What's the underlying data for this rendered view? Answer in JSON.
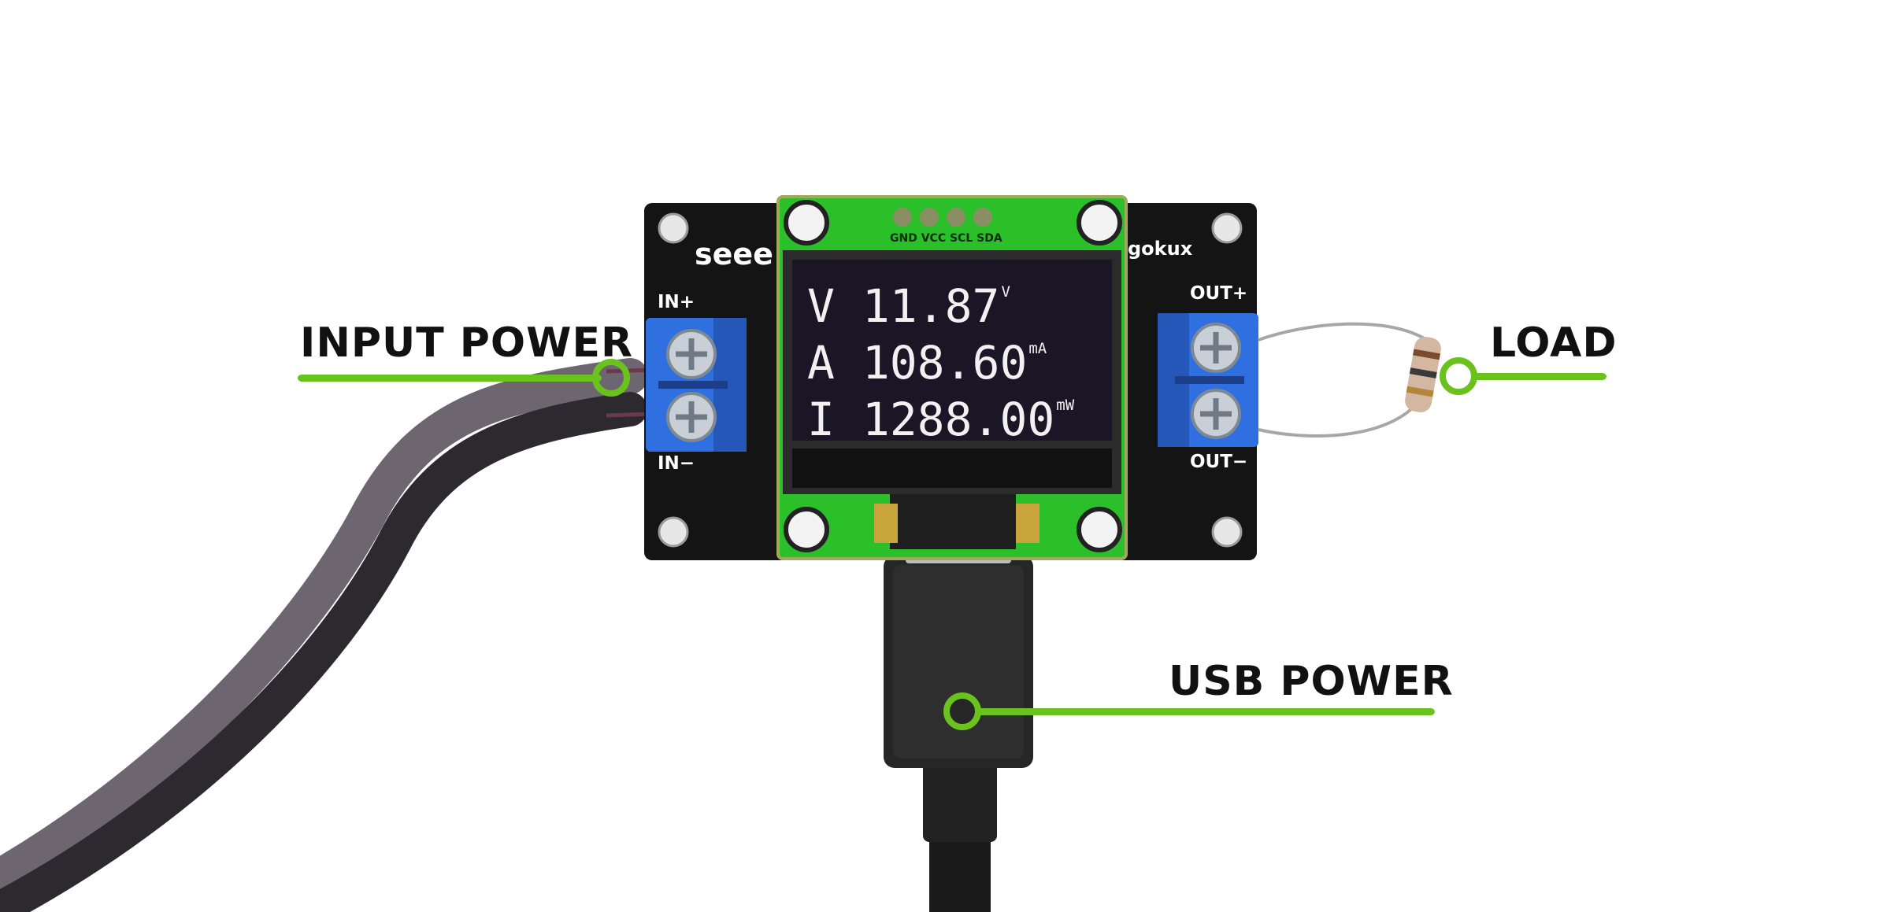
{
  "callouts": {
    "input_power": "INPUT POWER",
    "load": "LOAD",
    "usb_power": "USB POWER",
    "color": "#6ac21c"
  },
  "board": {
    "brand": "seee",
    "brand_right": "gokux",
    "pin_labels": "GND VCC SCL SDA",
    "in_plus": "IN+",
    "in_minus": "IN−",
    "out_plus": "OUT+",
    "out_minus": "OUT−",
    "pcb_color": "#141414",
    "terminal_color": "#2f6fe0"
  },
  "oled": {
    "rows": [
      {
        "symbol": "V",
        "value": "11.87",
        "unit": "V"
      },
      {
        "symbol": "A",
        "value": "108.60",
        "unit": "mA"
      },
      {
        "symbol": "I",
        "value": "1288.00",
        "unit": "mW"
      }
    ]
  }
}
